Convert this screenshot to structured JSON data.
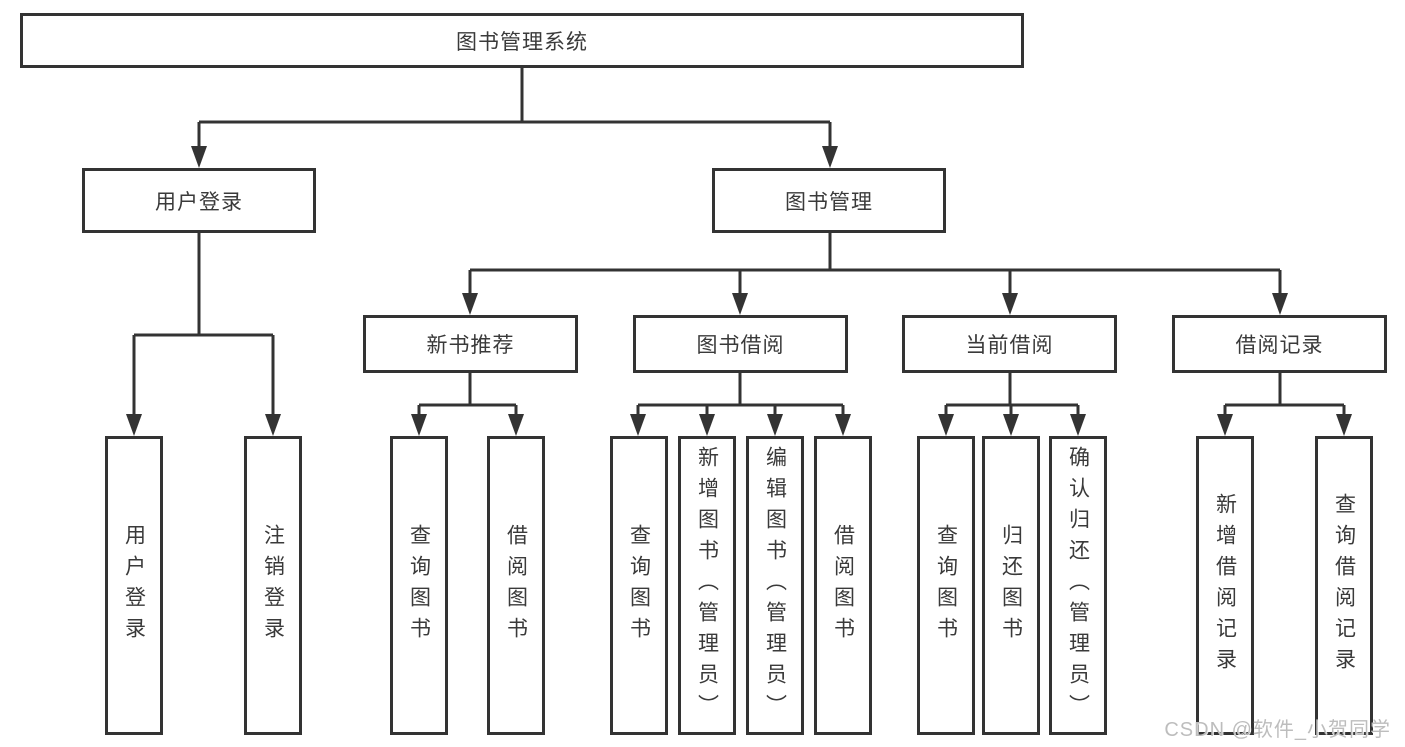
{
  "colors": {
    "line": "#333333",
    "box_border": "#333333",
    "box_fill": "#ffffff",
    "text": "#3a3a3a",
    "watermark": "#bdbdbd",
    "background": "#ffffff"
  },
  "watermark": {
    "text": "CSDN @软件_小贺同学"
  },
  "tree": {
    "root": {
      "label": "图书管理系统"
    },
    "branches": [
      {
        "label": "用户登录",
        "children": [
          {
            "label": "用户登录"
          },
          {
            "label": "注销登录"
          }
        ]
      },
      {
        "label": "图书管理",
        "children": [
          {
            "label": "新书推荐",
            "children": [
              {
                "label": "查询图书"
              },
              {
                "label": "借阅图书"
              }
            ]
          },
          {
            "label": "图书借阅",
            "children": [
              {
                "label": "查询图书"
              },
              {
                "label": "新增图书（管理员）"
              },
              {
                "label": "编辑图书（管理员）"
              },
              {
                "label": "借阅图书"
              }
            ]
          },
          {
            "label": "当前借阅",
            "children": [
              {
                "label": "查询图书"
              },
              {
                "label": "归还图书"
              },
              {
                "label": "确认归还（管理员）"
              }
            ]
          },
          {
            "label": "借阅记录",
            "children": [
              {
                "label": "新增借阅记录"
              },
              {
                "label": "查询借阅记录"
              }
            ]
          }
        ]
      }
    ]
  }
}
